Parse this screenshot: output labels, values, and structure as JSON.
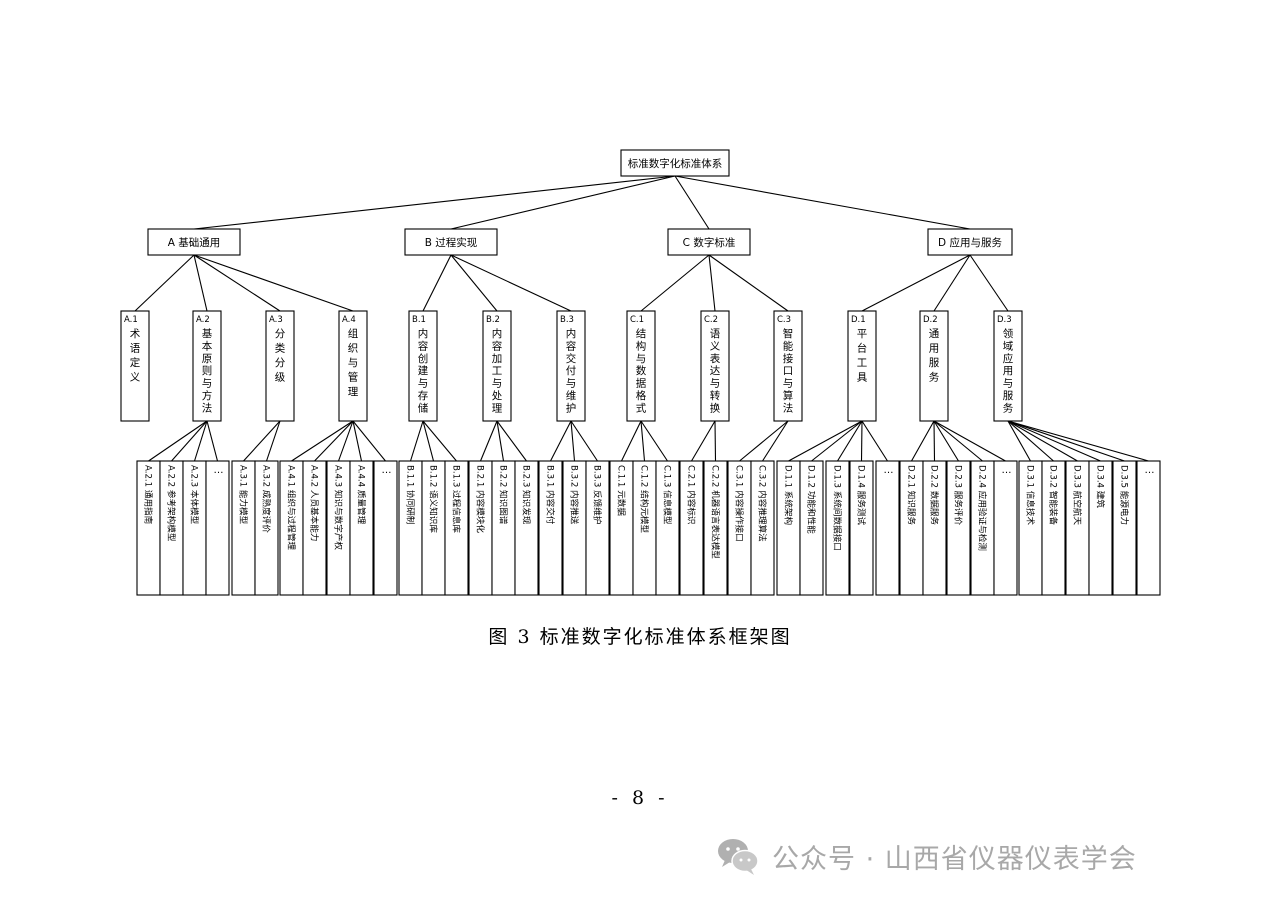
{
  "root": "标准数字化标准体系",
  "groups": [
    {
      "label": "A 基础通用",
      "subs": [
        {
          "id": "A.1",
          "title": "术语定义",
          "items": []
        },
        {
          "id": "A.2",
          "title": "基本原则与方法",
          "items": [
            "A.2.1 通用指南",
            "A.2.2 参考架构模型",
            "A.2.3 本体模型",
            "…"
          ]
        },
        {
          "id": "A.3",
          "title": "分类分级",
          "items": [
            "A.3.1 能力模型",
            "A.3.2 成熟度评价"
          ]
        },
        {
          "id": "A.4",
          "title": "组织与管理",
          "items": [
            "A.4.1 组织与过程管理",
            "A.4.2 人员基本能力",
            "A.4.3 知识与数字产权",
            "A.4.4 质量管理",
            "…"
          ]
        }
      ]
    },
    {
      "label": "B 过程实现",
      "subs": [
        {
          "id": "B.1",
          "title": "内容创建与存储",
          "items": [
            "B.1.1 协同研制",
            "B.1.2 语义知识库",
            "B.1.3 过程信息库"
          ]
        },
        {
          "id": "B.2",
          "title": "内容加工与处理",
          "items": [
            "B.2.1 内容模块化",
            "B.2.2 知识图谱",
            "B.2.3 知识发现"
          ]
        },
        {
          "id": "B.3",
          "title": "内容交付与维护",
          "items": [
            "B.3.1 内容交付",
            "B.3.2 内容推送",
            "B.3.3 反馈维护"
          ]
        }
      ]
    },
    {
      "label": "C 数字标准",
      "subs": [
        {
          "id": "C.1",
          "title": "结构与数据格式",
          "items": [
            "C.1.1 元数据",
            "C.1.2 结构元模型",
            "C.1.3 信息模型"
          ]
        },
        {
          "id": "C.2",
          "title": "语义表达与转换",
          "items": [
            "C.2.1 内容标识",
            "C.2.2 机器语言表达模型"
          ]
        },
        {
          "id": "C.3",
          "title": "智能接口与算法",
          "items": [
            "C.3.1 内容操作接口",
            "C.3.2 内容推理算法"
          ]
        }
      ]
    },
    {
      "label": "D 应用与服务",
      "subs": [
        {
          "id": "D.1",
          "title": "平台工具",
          "items": [
            "D.1.1 系统架构",
            "D.1.2 功能和性能",
            "D.1.3 系统间数据接口",
            "D.1.4 服务测试",
            "…"
          ]
        },
        {
          "id": "D.2",
          "title": "通用服务",
          "items": [
            "D.2.1 知识服务",
            "D.2.2 数据服务",
            "D.2.3 服务评价",
            "D.2.4 应用验证与检测",
            "…"
          ]
        },
        {
          "id": "D.3",
          "title": "领域应用与服务",
          "items": [
            "D.3.1 信息技术",
            "D.3.2 智能装备",
            "D.3.3 航空航天",
            "D.3.4 建筑",
            "D.3.5 能源电力",
            "…"
          ]
        }
      ]
    }
  ],
  "caption": "图 3  标准数字化标准体系框架图",
  "page_number": "- 8 -",
  "watermark": "公众号 · 山西省仪器仪表学会",
  "colors": {
    "line": "#000000",
    "watermark": "#a8a8a8"
  }
}
